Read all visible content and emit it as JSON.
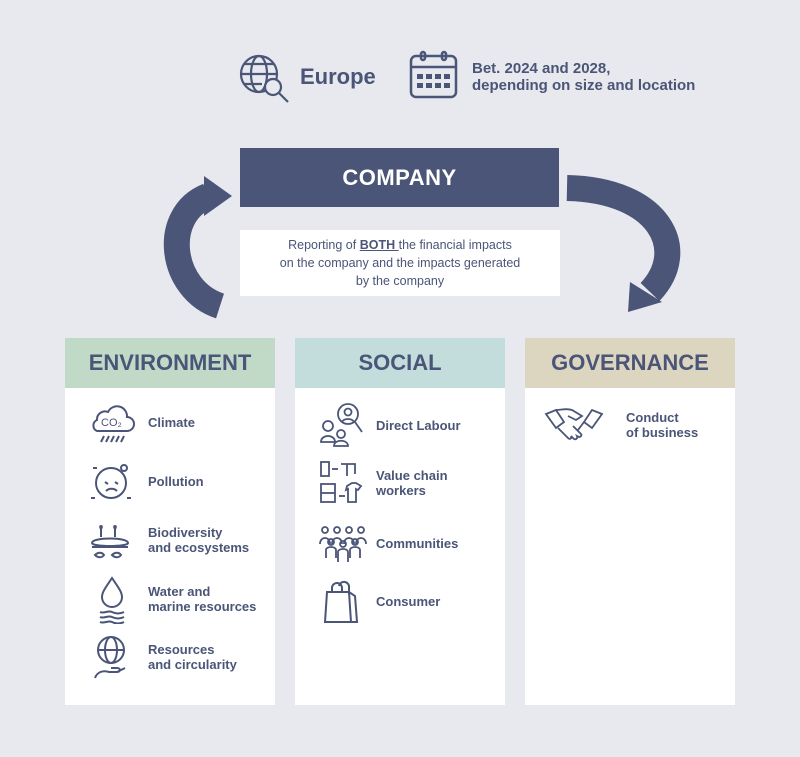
{
  "header": {
    "region_icon": "globe-search-icon",
    "region": "Europe",
    "date_icon": "calendar-icon",
    "timeline_line1": "Bet. 2024 and 2028,",
    "timeline_line2": "depending on size and location"
  },
  "company": {
    "title": "COMPANY",
    "desc_prefix": "Reporting of ",
    "desc_emph": "BOTH ",
    "desc_line1_rest": "the financial impacts",
    "desc_line2": "on the company and the impacts generated",
    "desc_line3": "by the company"
  },
  "colors": {
    "navy": "#4a5577",
    "environment": "#c1dac7",
    "social": "#c3dddc",
    "governance": "#dcd6c0",
    "background": "#e8e9ee"
  },
  "columns": {
    "environment": {
      "title": "ENVIRONMENT",
      "items": [
        {
          "icon": "co2-cloud-icon",
          "l1": "Climate",
          "l2": ""
        },
        {
          "icon": "polluted-earth-icon",
          "l1": "Pollution",
          "l2": ""
        },
        {
          "icon": "plants-fish-icon",
          "l1": "Biodiversity",
          "l2": "and ecosystems"
        },
        {
          "icon": "water-drop-icon",
          "l1": "Water and",
          "l2": "marine resources"
        },
        {
          "icon": "globe-hand-icon",
          "l1": "Resources",
          "l2": "and circularity"
        }
      ]
    },
    "social": {
      "title": "SOCIAL",
      "items": [
        {
          "icon": "people-search-icon",
          "l1": "Direct Labour",
          "l2": ""
        },
        {
          "icon": "supply-chain-icon",
          "l1": "Value chain",
          "l2": "workers"
        },
        {
          "icon": "community-icon",
          "l1": "Communities",
          "l2": ""
        },
        {
          "icon": "shopping-bag-icon",
          "l1": "Consumer",
          "l2": ""
        }
      ]
    },
    "governance": {
      "title": "GOVERNANCE",
      "items": [
        {
          "icon": "handshake-icon",
          "l1": "Conduct",
          "l2": "of business"
        }
      ]
    }
  }
}
